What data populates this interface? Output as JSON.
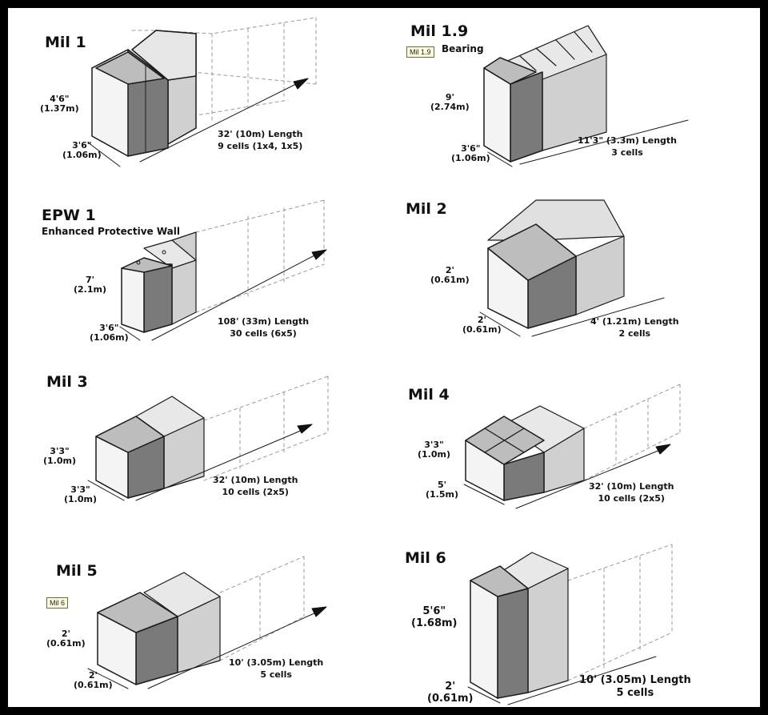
{
  "colors": {
    "background": "#ffffff",
    "frame": "#000000",
    "face_light": "#f4f4f4",
    "face_dark": "#7a7a7a",
    "face_top": "#bdbdbd",
    "face_gray": "#cfcfcf",
    "outline": "#1a1a1a",
    "dashed": "#9a9a9a",
    "tag_fill": "#ffffe1"
  },
  "panels": [
    {
      "title": "Mil 1",
      "height": [
        "4'6\"",
        "(1.37m)"
      ],
      "width": [
        "3'6\"",
        "(1.06m)"
      ],
      "length": [
        "32' (10m) Length",
        "9 cells (1x4, 1x5)"
      ]
    },
    {
      "title": "Mil 1.9",
      "tag": "Mil 1.9",
      "subtitle": "Bearing",
      "height": [
        "9'",
        "(2.74m)"
      ],
      "width": [
        "3'6\"",
        "(1.06m)"
      ],
      "length": [
        "11'3\" (3.3m) Length",
        "3 cells"
      ]
    },
    {
      "title": "EPW 1",
      "subtitle": "Enhanced Protective Wall",
      "height": [
        "7'",
        "(2.1m)"
      ],
      "width": [
        "3'6\"",
        "(1.06m)"
      ],
      "length": [
        "108' (33m) Length",
        "30 cells (6x5)"
      ]
    },
    {
      "title": "Mil 2",
      "height": [
        "2'",
        "(0.61m)"
      ],
      "width": [
        "2'",
        "(0.61m)"
      ],
      "length": [
        "4' (1.21m) Length",
        "2 cells"
      ]
    },
    {
      "title": "Mil 3",
      "height": [
        "3'3\"",
        "(1.0m)"
      ],
      "width": [
        "3'3\"",
        "(1.0m)"
      ],
      "length": [
        "32' (10m) Length",
        "10 cells  (2x5)"
      ]
    },
    {
      "title": "Mil 4",
      "height": [
        "3'3\"",
        "(1.0m)"
      ],
      "width": [
        "5'",
        "(1.5m)"
      ],
      "length": [
        "32' (10m) Length",
        "10 cells (2x5)"
      ]
    },
    {
      "title": "Mil 5",
      "tag": "Mil 6",
      "height": [
        "2'",
        "(0.61m)"
      ],
      "width": [
        "2'",
        "(0.61m)"
      ],
      "length": [
        "10' (3.05m) Length",
        "5 cells"
      ]
    },
    {
      "title": "Mil 6",
      "height": [
        "5'6\"",
        "(1.68m)"
      ],
      "width": [
        "2'",
        "(0.61m)"
      ],
      "length": [
        "10' (3.05m) Length",
        "5 cells"
      ]
    }
  ]
}
